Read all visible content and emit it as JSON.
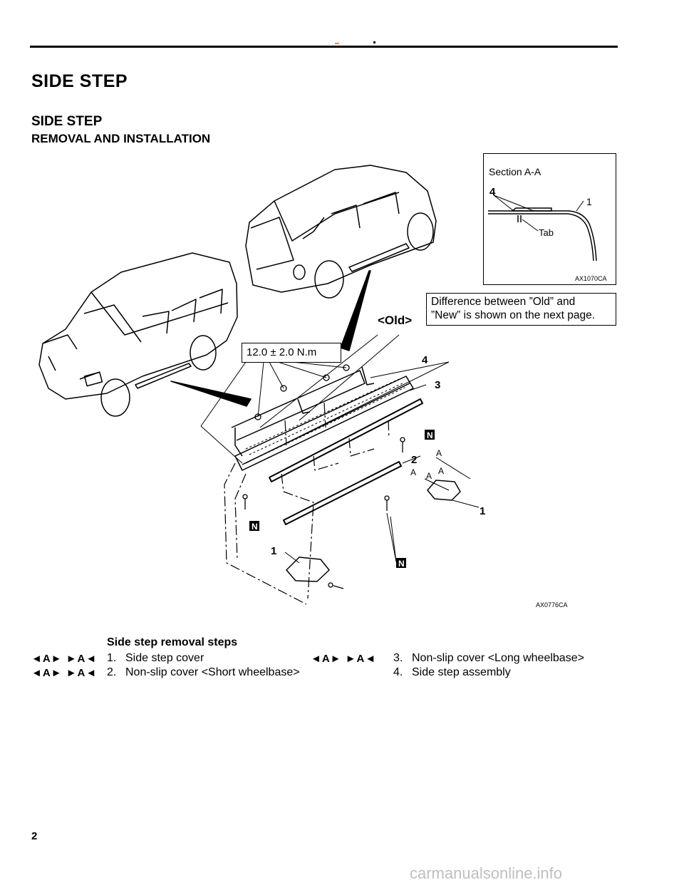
{
  "header": {
    "section_title": "SIDE STEP"
  },
  "subheading": {
    "title": "SIDE STEP",
    "subtitle": "REMOVAL AND INSTALLATION"
  },
  "figure": {
    "section_label": "Section A-A",
    "tab_label": "Tab",
    "section_code": "AX1070CA",
    "main_code": "AX0776CA",
    "note_line_1": "Difference between ”Old” and",
    "note_line_2": "”New” is shown on the next page.",
    "old_label": "<Old>",
    "torque": "12.0 ± 2.0 N.m",
    "callouts": {
      "c1": "1",
      "c2": "2",
      "c3": "3",
      "c4": "4",
      "a": "A",
      "n": "N"
    }
  },
  "steps": {
    "title": "Side step removal steps",
    "symbol": "◄A► ►A◄",
    "items": [
      {
        "num": "1.",
        "text": "Side step cover"
      },
      {
        "num": "2.",
        "text": "Non-slip cover <Short wheelbase>"
      },
      {
        "num": "3.",
        "text": "Non-slip cover <Long wheelbase>"
      },
      {
        "num": "4.",
        "text": "Side step assembly"
      }
    ]
  },
  "footer": {
    "page_number": "2",
    "watermark": "carmanualsonline.info"
  }
}
